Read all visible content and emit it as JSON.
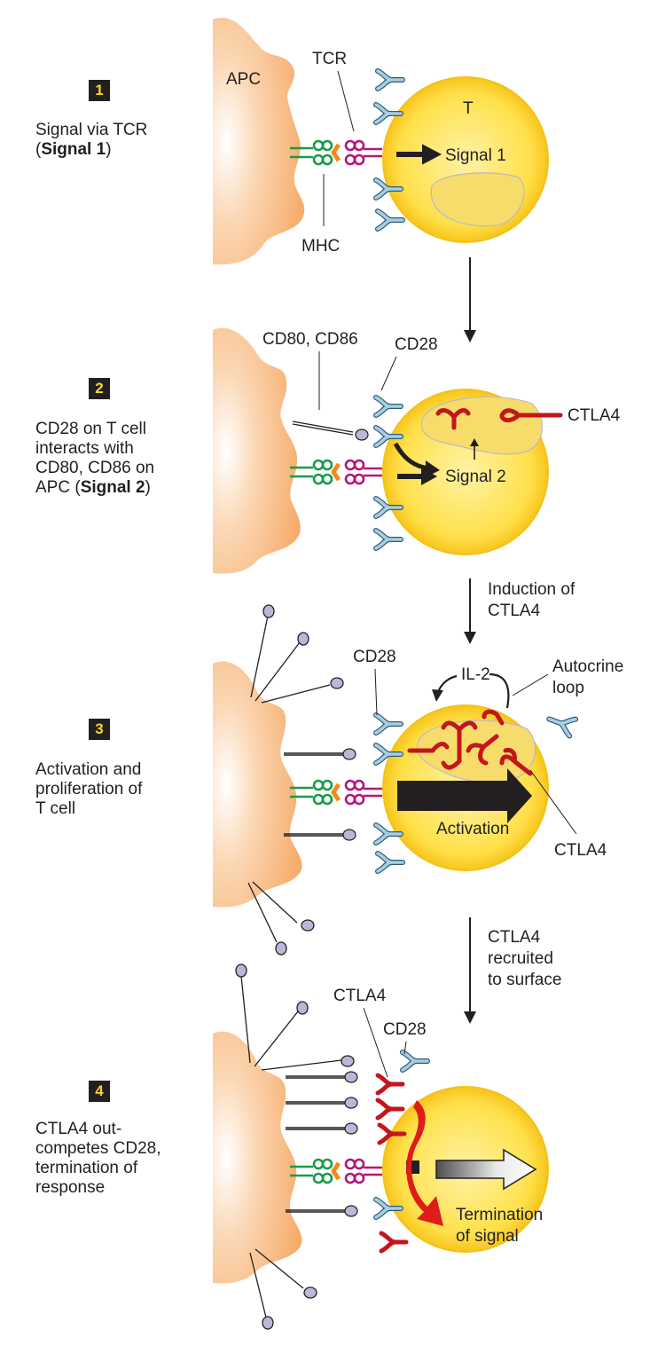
{
  "colors": {
    "apc": "#f6a867",
    "tcell": "#ffe04a",
    "tcell_rim": "#f3c21a",
    "nucleus": "#f7dc6c",
    "tcr": "#b5177a",
    "mhc": "#1a9b4b",
    "peptide": "#f18a1d",
    "cd28": "#a6cfe0",
    "ctla4": "#c3161c",
    "ligand": "#b8b8d8",
    "badge": "#231f20",
    "badge_number": "#ffd42a"
  },
  "steps": [
    {
      "number": "1",
      "lines": [
        {
          "text": "Signal via TCR",
          "bold": ""
        },
        {
          "text": "(",
          "bold": "Signal 1",
          "after": ")"
        }
      ]
    },
    {
      "number": "2",
      "lines": [
        {
          "text": "CD28 on T cell",
          "bold": ""
        },
        {
          "text": "interacts with",
          "bold": ""
        },
        {
          "text": "CD80, CD86 on",
          "bold": ""
        },
        {
          "text": "APC (",
          "bold": "Signal 2",
          "after": ")"
        }
      ]
    },
    {
      "number": "3",
      "lines": [
        {
          "text": "Activation and",
          "bold": ""
        },
        {
          "text": "proliferation of",
          "bold": ""
        },
        {
          "text": "T cell",
          "bold": ""
        }
      ]
    },
    {
      "number": "4",
      "lines": [
        {
          "text": "CTLA4  out-",
          "bold": ""
        },
        {
          "text": "competes CD28,",
          "bold": ""
        },
        {
          "text": "termination of",
          "bold": ""
        },
        {
          "text": "response",
          "bold": ""
        }
      ]
    }
  ],
  "labels": {
    "apc": "APC",
    "tcr": "TCR",
    "t": "T",
    "signal1": "Signal 1",
    "mhc": "MHC",
    "cd80_cd86": "CD80, CD86",
    "cd28_p2": "CD28",
    "ctla4_p2": "CTLA4",
    "signal2": "Signal 2",
    "induction_line1": "Induction of",
    "induction_line2": "CTLA4",
    "cd28_p3": "CD28",
    "il2": "IL-2",
    "autocrine_line1": "Autocrine",
    "autocrine_line2": "loop",
    "activation": "Activation",
    "ctla4_p3": "CTLA4",
    "recruit_line1": "CTLA4",
    "recruit_line2": "recruited",
    "recruit_line3": "to surface",
    "ctla4_p4": "CTLA4",
    "cd28_p4": "CD28",
    "termination_line1": "Termination",
    "termination_line2": "of signal"
  }
}
